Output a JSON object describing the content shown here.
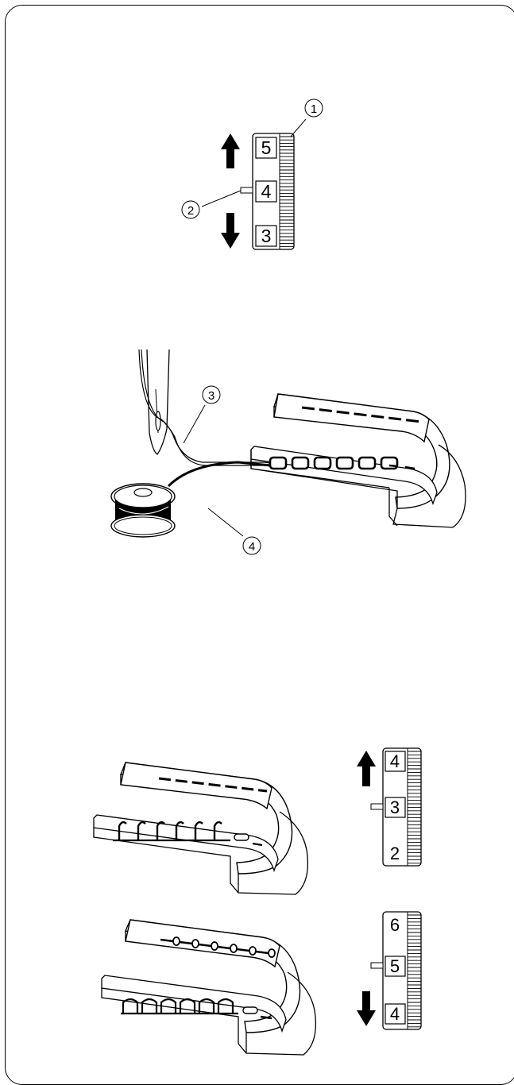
{
  "dial_top": {
    "numbers": [
      "5",
      "4",
      "3"
    ],
    "callouts": [
      "1",
      "2"
    ]
  },
  "threads_diagram": {
    "callouts": [
      "3",
      "4"
    ]
  },
  "dial_middle": {
    "numbers": [
      "4",
      "3",
      "2"
    ]
  },
  "dial_bottom": {
    "numbers": [
      "6",
      "5",
      "4"
    ]
  },
  "colors": {
    "ink": "#000000",
    "paper": "#ffffff"
  }
}
